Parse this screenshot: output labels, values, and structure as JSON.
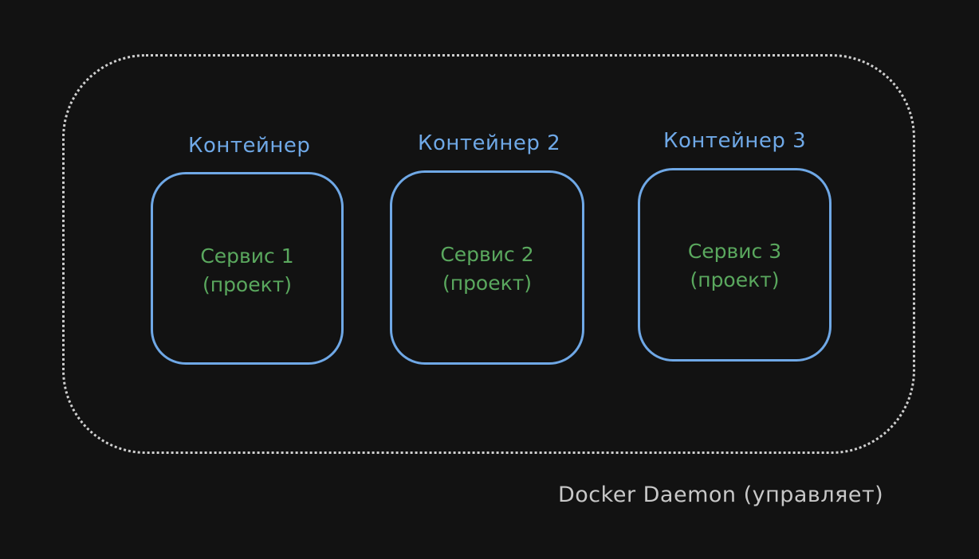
{
  "diagram": {
    "daemon": {
      "label": "Docker Daemon (управляет)"
    },
    "containers": [
      {
        "label": "Контейнер",
        "service_name": "Сервис 1",
        "service_type": "(проект)"
      },
      {
        "label": "Контейнер 2",
        "service_name": "Сервис 2",
        "service_type": "(проект)"
      },
      {
        "label": "Контейнер 3",
        "service_name": "Сервис 3",
        "service_type": "(проект)"
      }
    ]
  },
  "colors": {
    "background": "#121212",
    "container_stroke": "#6fa8e6",
    "service_text": "#5aa85e",
    "daemon_stroke": "#cfcfcf",
    "daemon_text": "#c8c8c8"
  }
}
